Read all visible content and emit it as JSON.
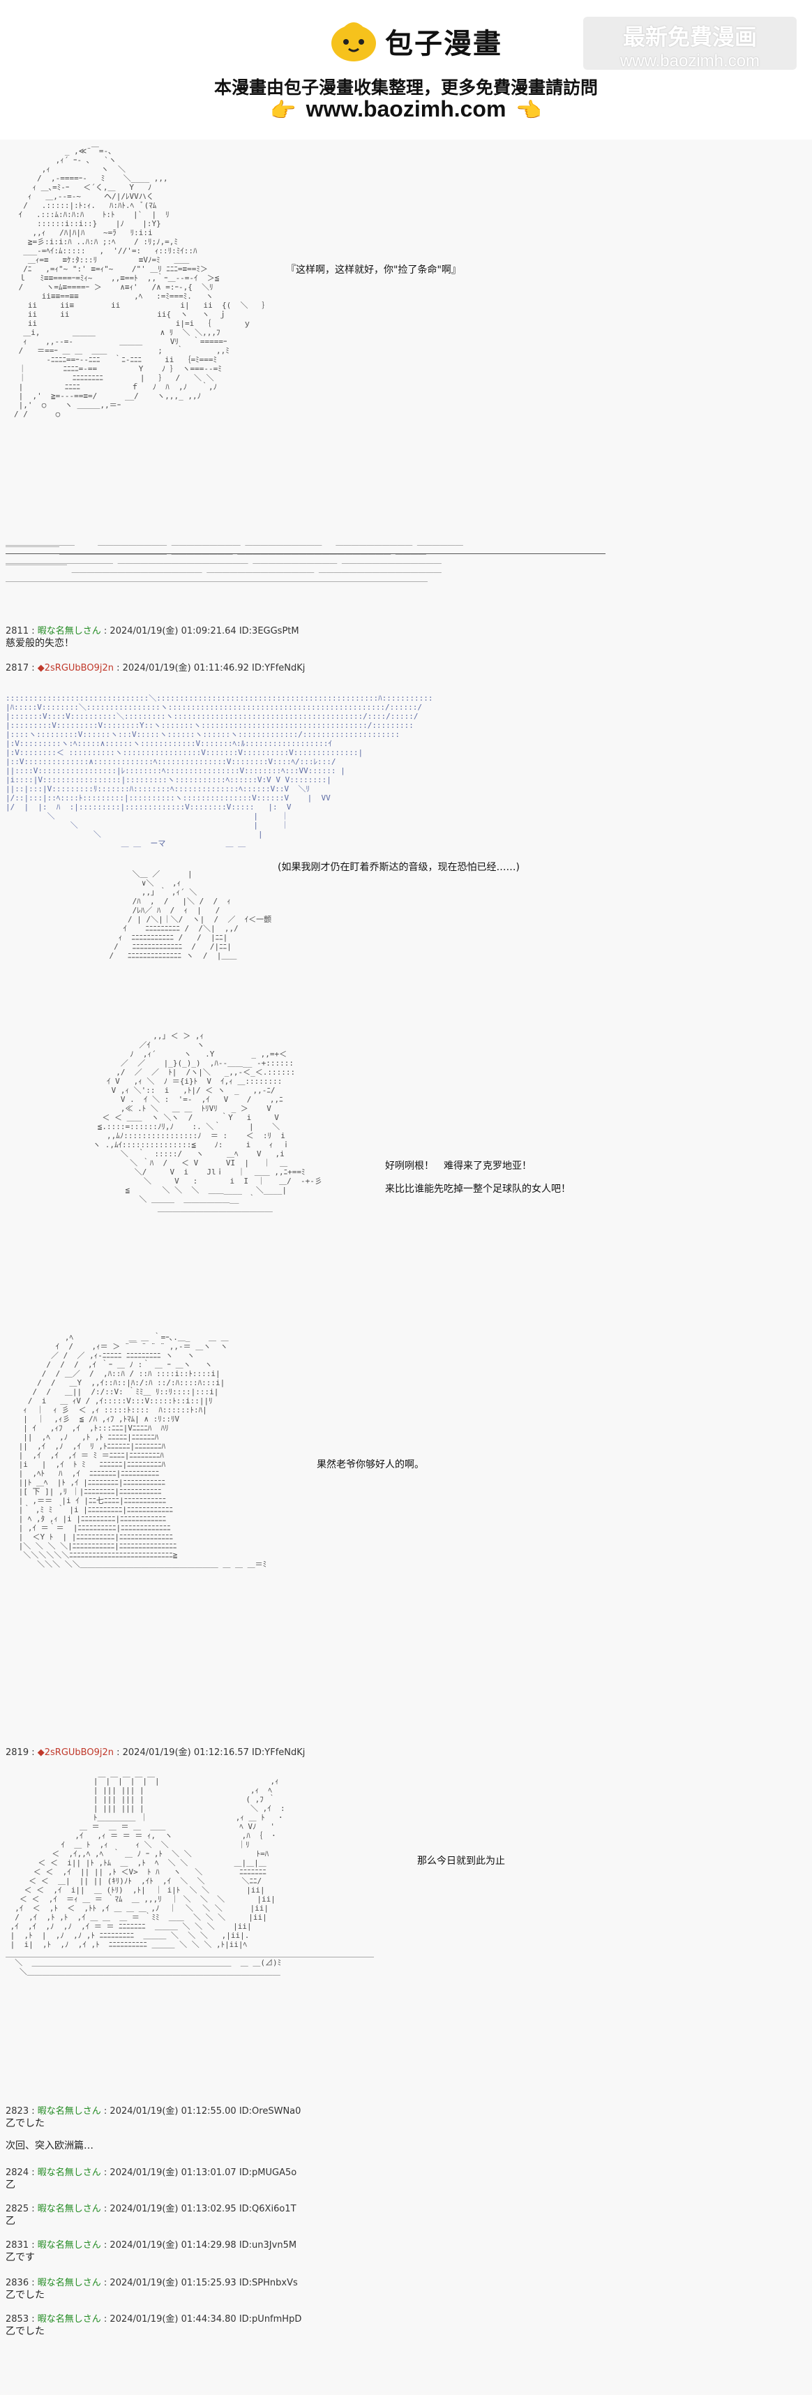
{
  "header": {
    "site_name": "包子漫畫",
    "tagline": "本漫畫由包子漫畫收集整理，更多免費漫畫請訪問",
    "url": "www.baozimh.com",
    "hand_icon": "👉",
    "hand_icon_right": "👈",
    "watermark_line1": "最新免費漫画",
    "watermark_line2": "www.baozimh.com"
  },
  "dialogs": {
    "d1": "『这样啊，这样就好，你\"捡了条命\"啊』",
    "d2": "(如果我刚才仍在盯着乔斯达的音级，现在恐怕已经……)",
    "d3": "<一颤",
    "d4": "好咧咧根！　难得来了克罗地亚！",
    "d5": "来比比谁能先吃掉一整个足球队的女人吧！",
    "d6": "果然老爷你够好人的啊。",
    "d7": "那么今日就到此为止"
  },
  "posts": [
    {
      "num": "2811",
      "name": "暇な名無しさん",
      "date": "2024/01/19(金) 01:09:21.64",
      "id": "ID:3EGGsPtM",
      "body": "慈爱般的失恋！"
    },
    {
      "num": "2817",
      "name": "◆2sRGUbBO9j2n",
      "date": "2024/01/19(金) 01:11:46.92",
      "id": "ID:YFfeNdKj",
      "body": ""
    },
    {
      "num": "2819",
      "name": "◆2sRGUbBO9j2n",
      "date": "2024/01/19(金) 01:12:16.57",
      "id": "ID:YFfeNdKj",
      "body": ""
    },
    {
      "num": "2823",
      "name": "暇な名無しさん",
      "date": "2024/01/19(金) 01:12:55.00",
      "id": "ID:OreSWNa0",
      "body": "乙でした",
      "body2": "次回、突入欧洲篇…"
    },
    {
      "num": "2824",
      "name": "暇な名無しさん",
      "date": "2024/01/19(金) 01:13:01.07",
      "id": "ID:pMUGA5o",
      "body": "乙"
    },
    {
      "num": "2825",
      "name": "暇な名無しさん",
      "date": "2024/01/19(金) 01:13:02.95",
      "id": "ID:Q6Xi6o1T",
      "body": "乙"
    },
    {
      "num": "2831",
      "name": "暇な名無しさん",
      "date": "2024/01/19(金) 01:14:29.98",
      "id": "ID:un3Jvn5M",
      "body": "乙です"
    },
    {
      "num": "2836",
      "name": "暇な名無しさん",
      "date": "2024/01/19(金) 01:15:25.93",
      "id": "ID:SPHnbxVs",
      "body": "乙でした"
    },
    {
      "num": "2853",
      "name": "暇な名無しさん",
      "date": "2024/01/19(金) 01:44:34.80",
      "id": "ID:pUnfmHpD",
      "body": "乙でした"
    }
  ],
  "colors": {
    "name_green": "#228b22",
    "trip_red": "#c0392b",
    "art_gray": "#4a4a4a",
    "art_blue": "#5b6aa3"
  }
}
